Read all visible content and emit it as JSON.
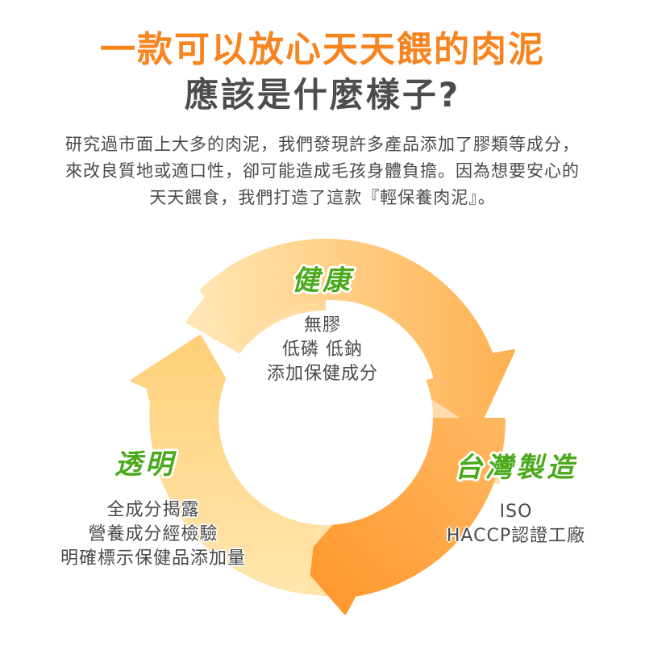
{
  "header": {
    "title_line1": "一款可以放心天天餵的肉泥",
    "title_line2": "應該是什麼樣子?"
  },
  "intro": {
    "lines": [
      "研究過市面上大多的肉泥，我們發現許多產品添加了膠類等成分，",
      "來改良質地或適口性，卻可能造成毛孩身體負擔。因為想要安心的",
      "天天餵食，我們打造了這款『輕保養肉泥』。"
    ]
  },
  "cycle": {
    "colors": {
      "top_arc_start": "#ffe2a8",
      "top_arc_end": "#ffb45a",
      "right_arc": "#ffa84a",
      "bottom_arrow": "#ff9a2e",
      "left_arc": "#ffd27a",
      "heading_green": "#4aaa1c",
      "text_gray": "#4a4a4a"
    },
    "nodes": [
      {
        "id": "health",
        "heading": "健康",
        "lines": [
          "無膠",
          "低磷 低鈉",
          "添加保健成分"
        ]
      },
      {
        "id": "taiwan",
        "heading": "台灣製造",
        "lines": [
          "ISO",
          "HACCP認證工廠"
        ]
      },
      {
        "id": "transparent",
        "heading": "透明",
        "lines": [
          "全成分揭露",
          "營養成分經檢驗",
          "明確標示保健品添加量"
        ]
      }
    ]
  }
}
